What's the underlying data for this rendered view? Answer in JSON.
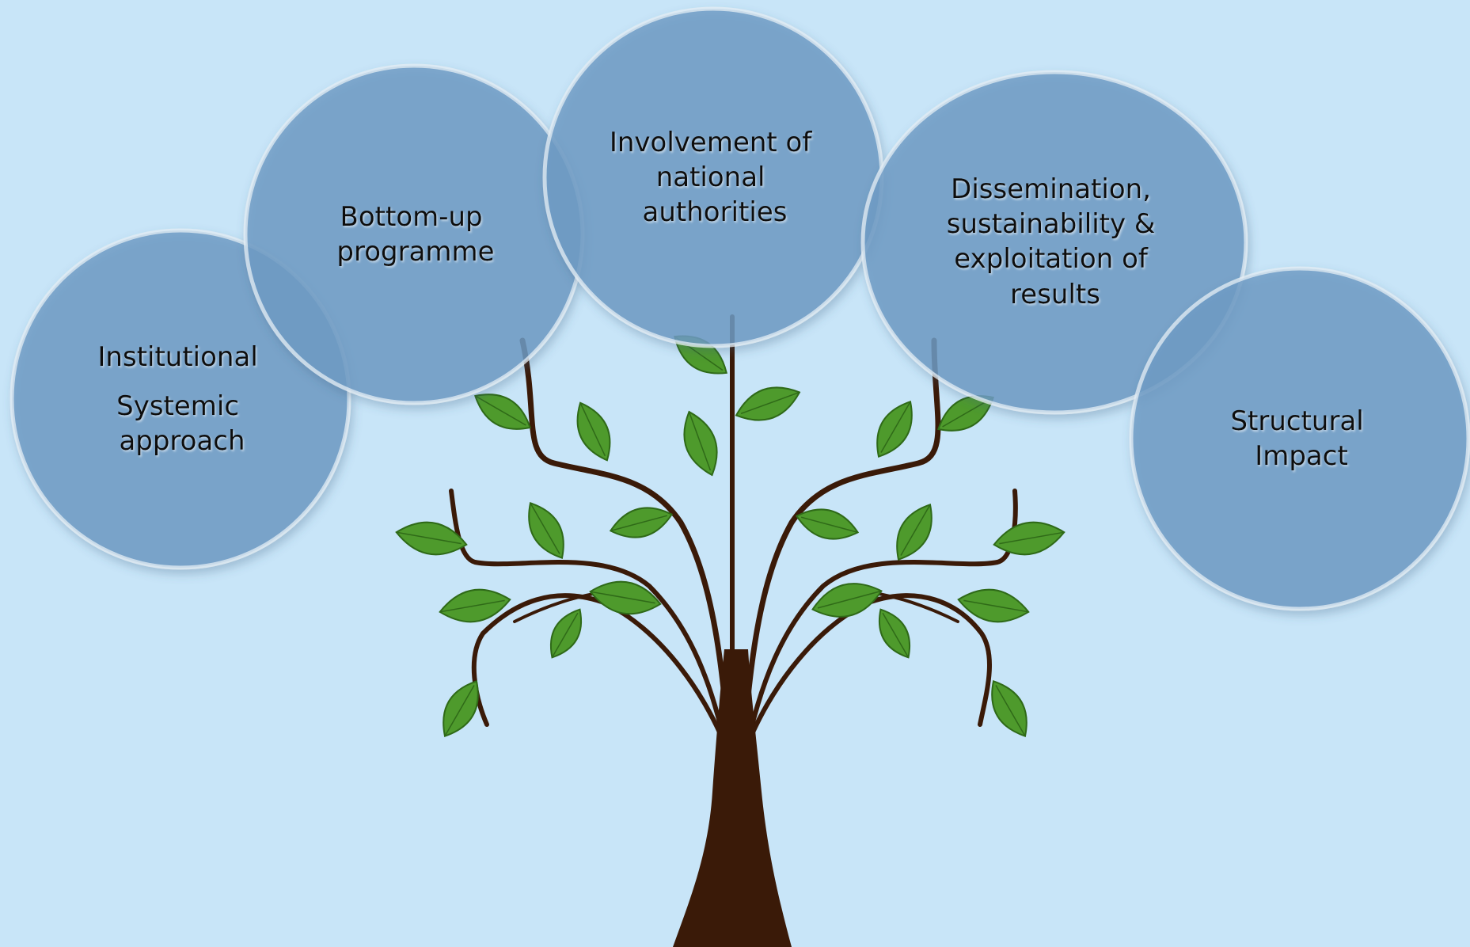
{
  "background_color": "#c8e5f8",
  "bubble_color": "#6f9cc6",
  "bubble_rim_color": "#e4edf4",
  "trunk_color": "#3a1a08",
  "leaf_color": "#4e9a2c",
  "leaf_outline_color": "#2f6a18",
  "bubbles": [
    {
      "id": "institutional",
      "lines": [
        "Institutional",
        "Systemic",
        "approach"
      ]
    },
    {
      "id": "bottom-up",
      "lines": [
        "Bottom-up",
        "programme"
      ]
    },
    {
      "id": "involvement",
      "lines": [
        "Involvement of",
        "national",
        "authorities"
      ]
    },
    {
      "id": "dissemination",
      "lines": [
        "Dissemination,",
        "sustainability &",
        "exploitation of",
        "results"
      ]
    },
    {
      "id": "structural",
      "lines": [
        "Structural",
        "Impact"
      ]
    }
  ]
}
